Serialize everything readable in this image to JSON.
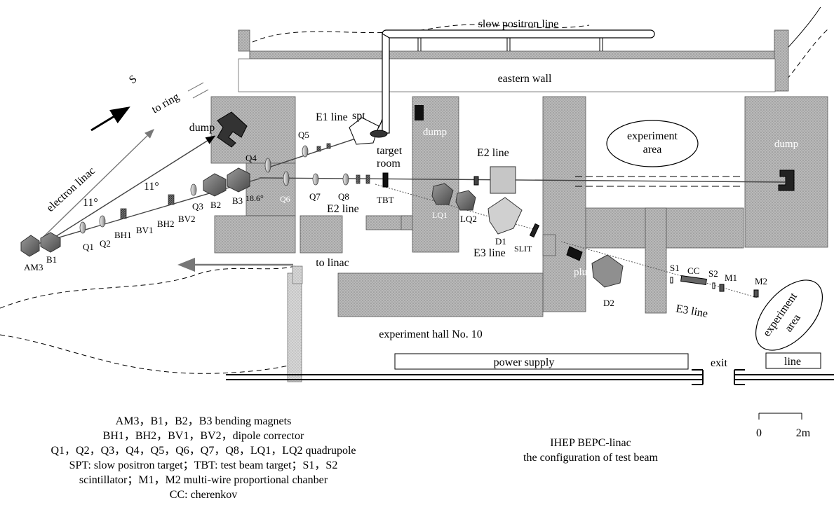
{
  "labels": {
    "slow_positron_line": "slow positron line",
    "eastern_wall": "eastern wall",
    "to_ring": "to ring",
    "dump_left": "dump",
    "e1_line": "E1 line",
    "spt": "spt",
    "dump_mid": "dump",
    "target_room": "target\nroom",
    "target": "target",
    "room": "room",
    "e2_line_top": "E2 line",
    "experiment_area_top": "experiment\narea",
    "experiment_area_top_1": "experiment",
    "experiment_area_top_2": "area",
    "dump_right": "dump",
    "electron_linac": "electron linac",
    "south": "S",
    "angle_11_a": "11°",
    "angle_11_b": "11°",
    "angle_18_6": "18.6°",
    "q5": "Q5",
    "q4": "Q4",
    "q6": "Q6",
    "q7": "Q7",
    "q8": "Q8",
    "tbt": "TBT",
    "e2_line_low": "E2 line",
    "lq1": "LQ1",
    "lq2": "LQ2",
    "d1": "D1",
    "e3_line_mid": "E3 line",
    "slit": "SLIT",
    "b3": "B3",
    "b2": "B2",
    "q3": "Q3",
    "bv2": "BV2",
    "bh2": "BH2",
    "bv1": "BV1",
    "bh1": "BH1",
    "q2": "Q2",
    "q1": "Q1",
    "b1": "B1",
    "am3": "AM3",
    "to_linac": "to linac",
    "plug": "plug",
    "d2": "D2",
    "s1": "S1",
    "cc": "CC",
    "s2": "S2",
    "m1": "M1",
    "m2": "M2",
    "e3_line_right": "E3 line",
    "experiment_area_right_1": "experiment",
    "experiment_area_right_2": "area",
    "experiment_hall": "experiment hall No. 10",
    "power_supply": "power supply",
    "exit": "exit",
    "line": "line",
    "scale_0": "0",
    "scale_2m": "2m"
  },
  "legend": [
    "AM3，B1，B2，B3 bending magnets",
    "BH1，BH2，BV1，BV2，dipole corrector",
    "Q1，Q2，Q3，Q4，Q5，Q6，Q7，Q8，LQ1，LQ2 quadrupole",
    "SPT: slow positron target；TBT: test beam target；S1，S2",
    "scintillator；M1，M2 multi-wire proportional chanber",
    "CC: cherenkov"
  ],
  "caption": {
    "line1": "IHEP BEPC-linac",
    "line2": "the configuration of test beam"
  }
}
